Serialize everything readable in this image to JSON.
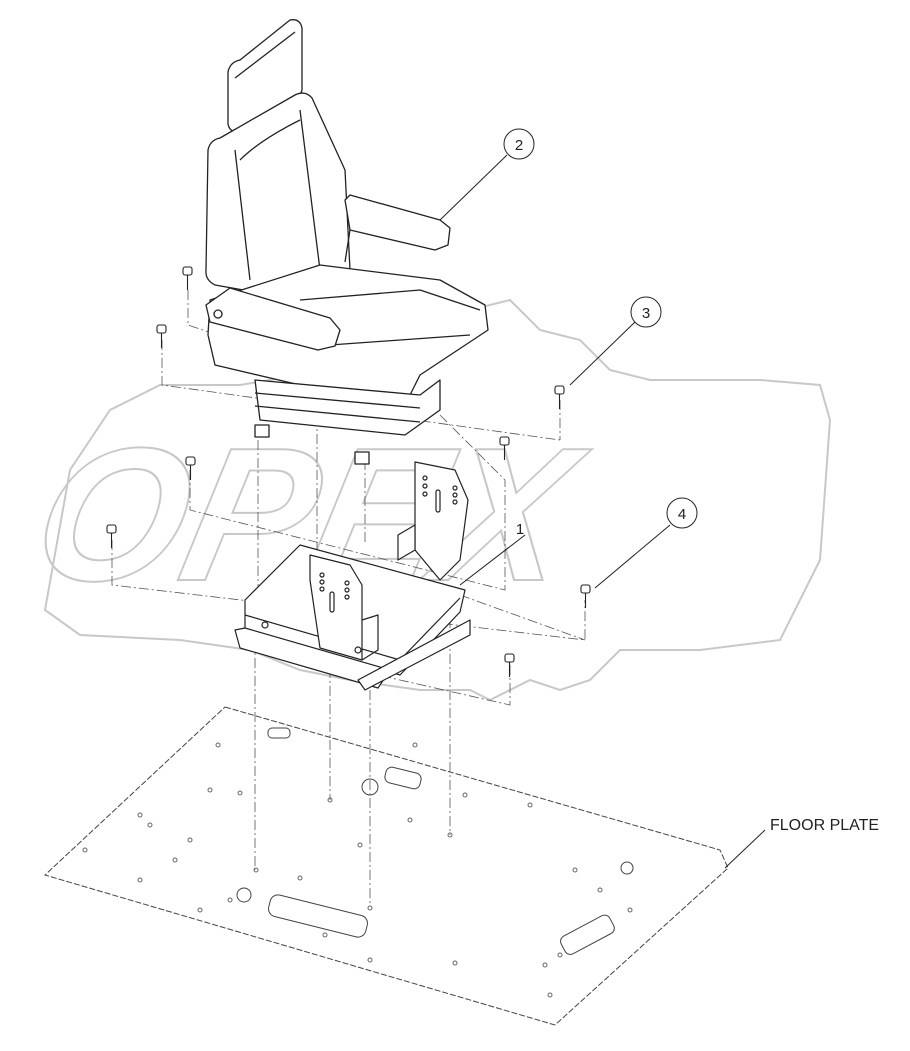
{
  "diagram": {
    "watermark_text": "OPEX",
    "callouts": [
      {
        "id": "1",
        "label": "1"
      },
      {
        "id": "2",
        "label": "2"
      },
      {
        "id": "3",
        "label": "3"
      },
      {
        "id": "4",
        "label": "4"
      }
    ],
    "labels": {
      "floor_plate": "FLOOR PLATE"
    }
  }
}
